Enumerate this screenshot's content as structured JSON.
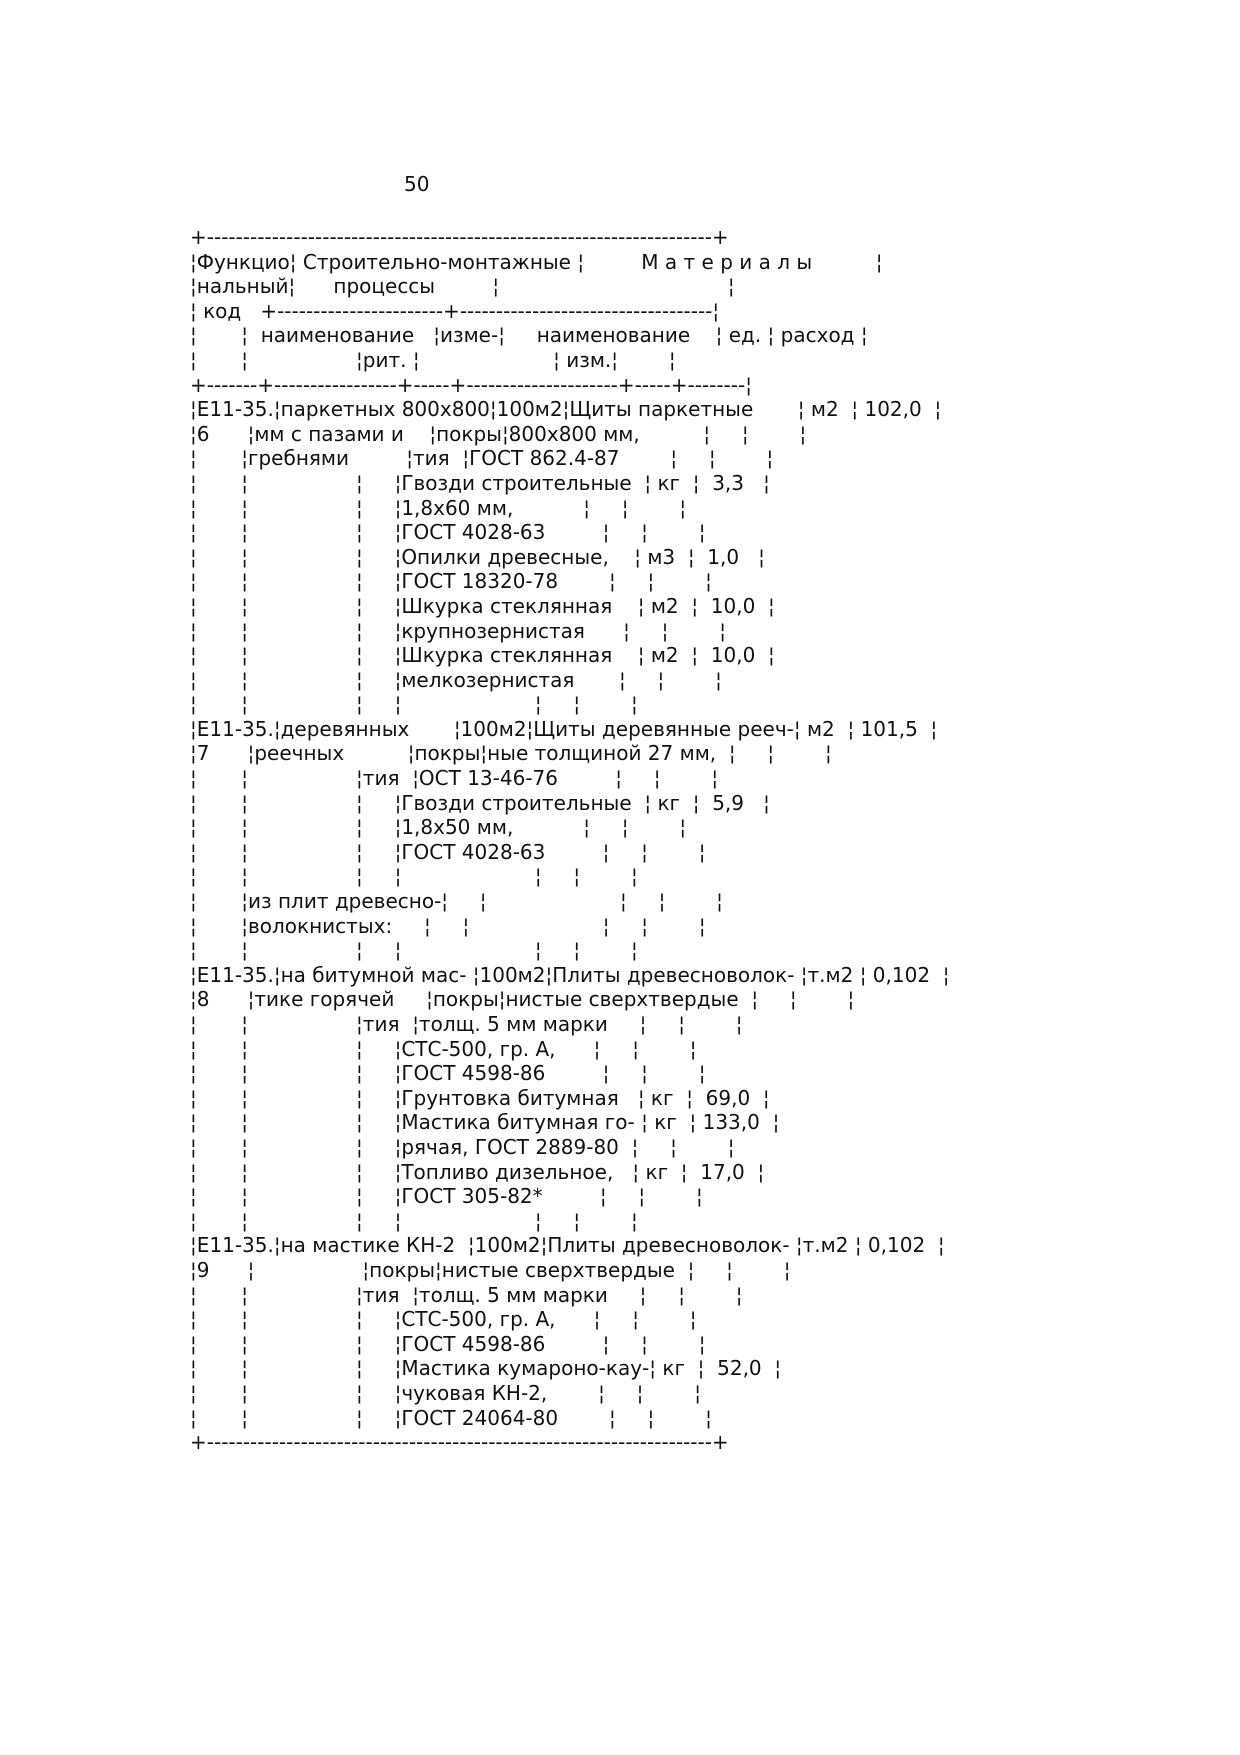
{
  "page_number": "50",
  "lines": [
    "+----------------------------------------------------------------------+",
    "¦Функцио¦ Строительно-монтажные ¦         М а т е р и а л ы          ¦",
    "¦нальный¦      процессы         ¦                                    ¦",
    "¦ код   +-----------------------+-----------------------------------¦",
    "¦       ¦  наименование   ¦изме-¦     наименование    ¦ ед. ¦ расход ¦",
    "¦       ¦                 ¦рит. ¦                     ¦ изм.¦        ¦",
    "+-------+-----------------+-----+---------------------+-----+--------¦",
    "¦E11-35.¦паркетных 800х800¦100м2¦Щиты паркетные       ¦ м2  ¦ 102,0  ¦",
    "¦6      ¦мм с пазами и    ¦покры¦800х800 мм,          ¦     ¦        ¦",
    "¦       ¦гребнями         ¦тия  ¦ГОСТ 862.4-87        ¦     ¦        ¦",
    "¦       ¦                 ¦     ¦Гвозди строительные  ¦ кг  ¦  3,3   ¦",
    "¦       ¦                 ¦     ¦1,8х60 мм,           ¦     ¦        ¦",
    "¦       ¦                 ¦     ¦ГОСТ 4028-63         ¦     ¦        ¦",
    "¦       ¦                 ¦     ¦Опилки древесные,    ¦ м3  ¦  1,0   ¦",
    "¦       ¦                 ¦     ¦ГОСТ 18320-78        ¦     ¦        ¦",
    "¦       ¦                 ¦     ¦Шкурка стеклянная    ¦ м2  ¦  10,0  ¦",
    "¦       ¦                 ¦     ¦крупнозернистая      ¦     ¦        ¦",
    "¦       ¦                 ¦     ¦Шкурка стеклянная    ¦ м2  ¦  10,0  ¦",
    "¦       ¦                 ¦     ¦мелкозернистая       ¦     ¦        ¦",
    "¦       ¦                 ¦     ¦                     ¦     ¦        ¦",
    "¦E11-35.¦деревянных       ¦100м2¦Щиты деревянные рееч-¦ м2  ¦ 101,5  ¦",
    "¦7      ¦реечных          ¦покры¦ные толщиной 27 мм,  ¦     ¦        ¦",
    "¦       ¦                 ¦тия  ¦ОСТ 13-46-76         ¦     ¦        ¦",
    "¦       ¦                 ¦     ¦Гвозди строительные  ¦ кг  ¦  5,9   ¦",
    "¦       ¦                 ¦     ¦1,8х50 мм,           ¦     ¦        ¦",
    "¦       ¦                 ¦     ¦ГОСТ 4028-63         ¦     ¦        ¦",
    "¦       ¦                 ¦     ¦                     ¦     ¦        ¦",
    "¦       ¦из плит древесно-¦     ¦                     ¦     ¦        ¦",
    "¦       ¦волокнистых:     ¦     ¦                     ¦     ¦        ¦",
    "¦       ¦                 ¦     ¦                     ¦     ¦        ¦",
    "¦E11-35.¦на битумной мас- ¦100м2¦Плиты древесноволок- ¦т.м2 ¦ 0,102  ¦",
    "¦8      ¦тике горячей     ¦покры¦нистые сверхтвердые  ¦     ¦        ¦",
    "¦       ¦                 ¦тия  ¦толщ. 5 мм марки     ¦     ¦        ¦",
    "¦       ¦                 ¦     ¦СТС-500, гр. А,      ¦     ¦        ¦",
    "¦       ¦                 ¦     ¦ГОСТ 4598-86         ¦     ¦        ¦",
    "¦       ¦                 ¦     ¦Грунтовка битумная   ¦ кг  ¦  69,0  ¦",
    "¦       ¦                 ¦     ¦Мастика битумная го- ¦ кг  ¦ 133,0  ¦",
    "¦       ¦                 ¦     ¦рячая, ГОСТ 2889-80  ¦     ¦        ¦",
    "¦       ¦                 ¦     ¦Топливо дизельное,   ¦ кг  ¦  17,0  ¦",
    "¦       ¦                 ¦     ¦ГОСТ 305-82*         ¦     ¦        ¦",
    "¦       ¦                 ¦     ¦                     ¦     ¦        ¦",
    "¦E11-35.¦на мастике КН-2  ¦100м2¦Плиты древесноволок- ¦т.м2 ¦ 0,102  ¦",
    "¦9      ¦                 ¦покры¦нистые сверхтвердые  ¦     ¦        ¦",
    "¦       ¦                 ¦тия  ¦толщ. 5 мм марки     ¦     ¦        ¦",
    "¦       ¦                 ¦     ¦СТС-500, гр. А,      ¦     ¦        ¦",
    "¦       ¦                 ¦     ¦ГОСТ 4598-86         ¦     ¦        ¦",
    "¦       ¦                 ¦     ¦Мастика кумароно-кау-¦ кг  ¦  52,0  ¦",
    "¦       ¦                 ¦     ¦чуковая КН-2,        ¦     ¦        ¦",
    "¦       ¦                 ¦     ¦ГОСТ 24064-80        ¦     ¦        ¦",
    "+----------------------------------------------------------------------+"
  ]
}
